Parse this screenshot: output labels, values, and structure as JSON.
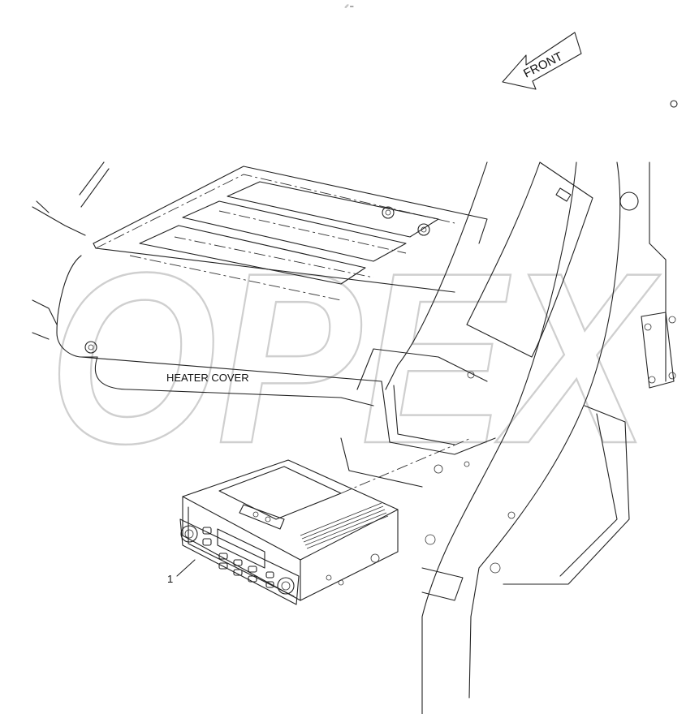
{
  "header": {
    "mark": "␥ ═"
  },
  "direction_arrow": {
    "label": "FRONT"
  },
  "labels": {
    "heater_cover": "HEATER COVER"
  },
  "callouts": [
    {
      "number": "1"
    }
  ],
  "watermark": {
    "text": "OPEX"
  }
}
